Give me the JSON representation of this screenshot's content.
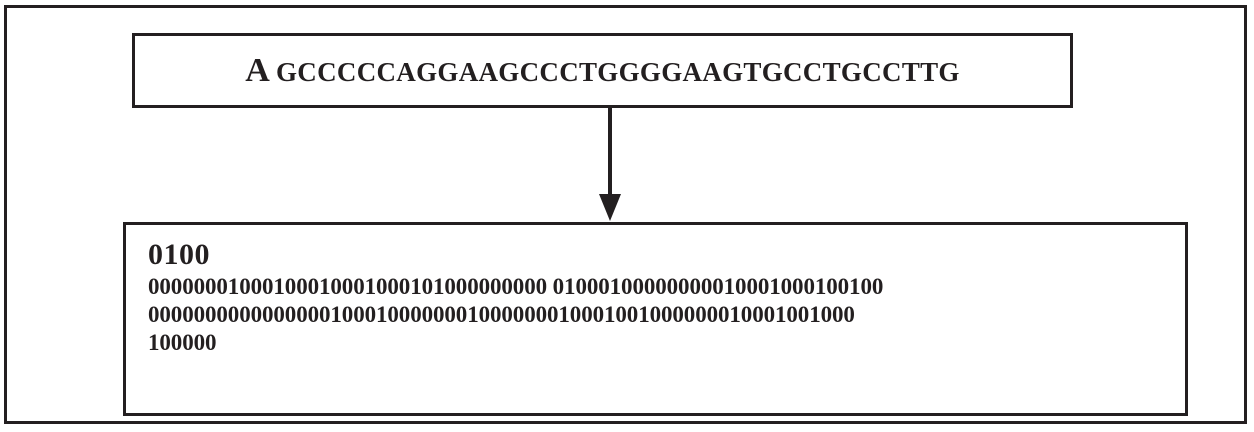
{
  "figure": {
    "background_color": "#ffffff",
    "ink_color": "#231f20"
  },
  "sequence_box": {
    "initial": "A",
    "sequence": "GCCCCCAGGAAGCCCTGGGGAAGTGCCTGCCTTG"
  },
  "arrow": {
    "direction": "down",
    "name": "encoding-arrow"
  },
  "binary_box": {
    "title": "0100",
    "lines": [
      "00000001000100010001000101000000000 01000100000000010001000100100",
      "00000000000000001000100000001000000010001001000000010001001000",
      "100000"
    ]
  }
}
